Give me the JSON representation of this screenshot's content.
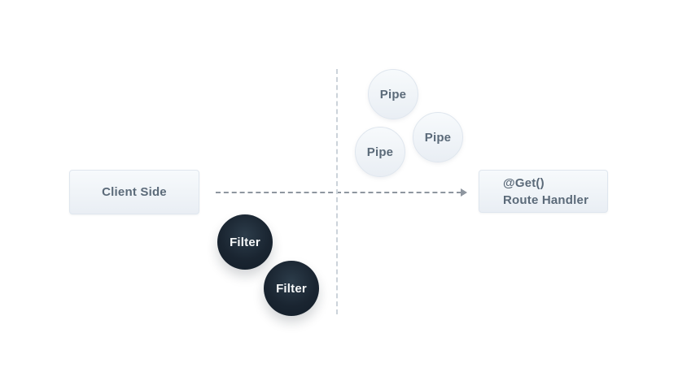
{
  "diagram": {
    "client_box": {
      "label": "Client Side"
    },
    "route_box": {
      "line1": "@Get()",
      "line2": "Route Handler"
    },
    "pipes": [
      {
        "label": "Pipe"
      },
      {
        "label": "Pipe"
      },
      {
        "label": "Pipe"
      }
    ],
    "filters": [
      {
        "label": "Filter"
      },
      {
        "label": "Filter"
      }
    ],
    "colors": {
      "background": "#ffffff",
      "node_light_top": "#f7fafc",
      "node_light_bottom": "#e9eef4",
      "node_border": "#dfe6ee",
      "node_dark_center": "#2c3c4a",
      "node_dark_mid": "#1a2531",
      "node_dark_edge": "#121d28",
      "label_text": "#5b6a79",
      "label_text_light": "#f7f9fa",
      "arrow": "#8e969f",
      "divider": "#ccd3da"
    }
  }
}
